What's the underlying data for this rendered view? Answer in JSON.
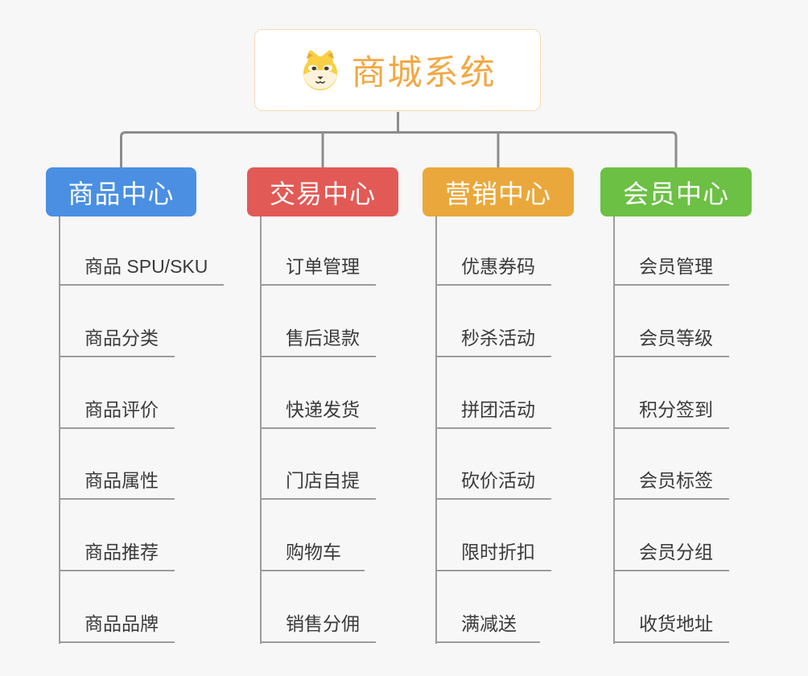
{
  "root": {
    "title": "商城系统",
    "icon": "dog-face-icon"
  },
  "branches": [
    {
      "label": "商品中心",
      "color": "#4a8fe2",
      "items": [
        "商品 SPU/SKU",
        "商品分类",
        "商品评价",
        "商品属性",
        "商品推荐",
        "商品品牌"
      ]
    },
    {
      "label": "交易中心",
      "color": "#e25a56",
      "items": [
        "订单管理",
        "售后退款",
        "快递发货",
        "门店自提",
        "购物车",
        "销售分佣"
      ]
    },
    {
      "label": "营销中心",
      "color": "#eaa83c",
      "items": [
        "优惠券码",
        "秒杀活动",
        "拼团活动",
        "砍价活动",
        "限时折扣",
        "满减送"
      ]
    },
    {
      "label": "会员中心",
      "color": "#6cc044",
      "items": [
        "会员管理",
        "会员等级",
        "积分签到",
        "会员标签",
        "会员分组",
        "收货地址"
      ]
    }
  ],
  "colors": {
    "background": "#f7f7f7",
    "connector": "#8c8c8c",
    "item_line": "#9c9c9c",
    "item_text": "#3b3b3b",
    "root_accent": "#f2a845",
    "root_border": "#ecb568"
  }
}
